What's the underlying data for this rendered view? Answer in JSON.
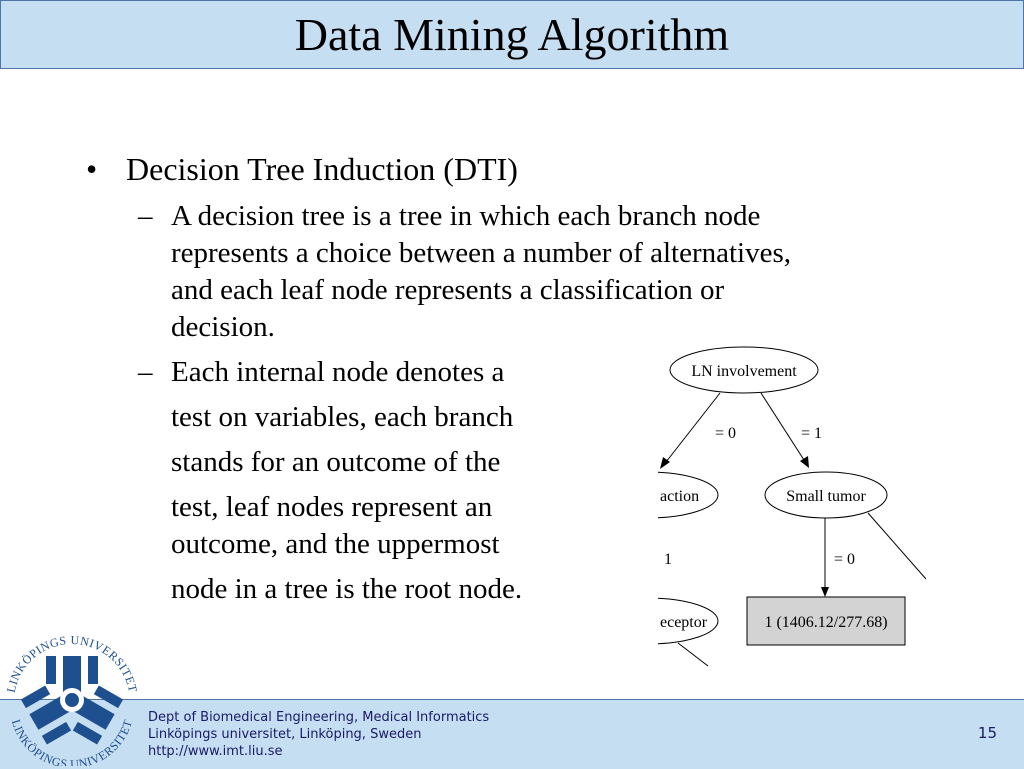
{
  "slide": {
    "title": "Data Mining Algorithm",
    "bullet_mark": "•",
    "bullet": "Decision Tree Induction (DTI)",
    "dash_mark": "–",
    "sub1_lines": [
      "A decision tree is a tree in which each branch node",
      "represents a choice between a number of alternatives,",
      "and each leaf node represents a classification or",
      "decision."
    ],
    "sub2_lines": [
      "Each internal node denotes a",
      "test on variables, each branch",
      "stands for an outcome of the",
      "test, leaf nodes represent an",
      "outcome, and the uppermost",
      "node in a tree is the root node."
    ]
  },
  "tree": {
    "root": "LN involvement",
    "edge_left": "= 0",
    "edge_right": "= 1",
    "left_node": "action",
    "right_node": "Small tumor",
    "edge_left_low": "1",
    "edge_right_low": "= 0",
    "left_leaf": "eceptor",
    "right_leaf": "1 (1406.12/277.68)",
    "leaf_fill": "#d3d3d3"
  },
  "footer": {
    "line1": "Dept of Biomedical Engineering, Medical Informatics",
    "line2": "Linköpings universitet, Linköping, Sweden",
    "line3": "http://www.imt.liu.se",
    "page_number": "15"
  },
  "logo": {
    "text_top": "LINKÖPINGS UNIVERSITET",
    "text_bottom": "LINKÖPINGS UNIVERSITET",
    "color": "#1e4f8f"
  }
}
